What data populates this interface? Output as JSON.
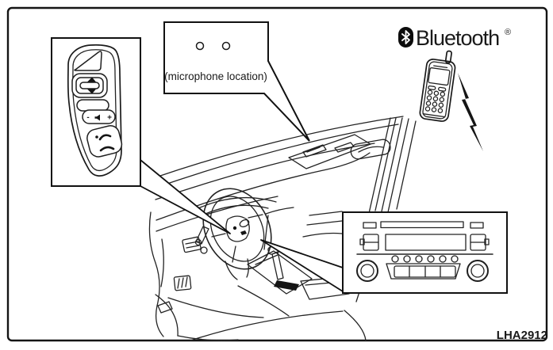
{
  "figure": {
    "code": "LHA2912",
    "background": "#ffffff",
    "ink": "#1a1a1a"
  },
  "branding": {
    "label": "Bluetooth",
    "registered_mark": "®",
    "icon": "bluetooth-rune-badge",
    "badge_color": "#111111"
  },
  "microphone_callout": {
    "label": "(microphone location)",
    "icon": "two-microphone-holes"
  },
  "steering_controls": {
    "buttons": [
      {
        "name": "mode-button",
        "icon": "triangle"
      },
      {
        "name": "seek-rocker",
        "icons": [
          "triangle-up",
          "triangle-down"
        ]
      },
      {
        "name": "blank-button"
      },
      {
        "name": "volume-button",
        "minus": "-",
        "icon": "speaker",
        "plus": "+"
      },
      {
        "name": "phone-button",
        "icons": [
          "voice-handset",
          "handset"
        ]
      }
    ]
  },
  "phone": {
    "icon": "candybar-cell-phone",
    "signal_icon": "lightning-bolt"
  },
  "audio_unit": {
    "features": [
      "cd-slot",
      "display",
      "station-buttons",
      "preset-keys",
      "left-knob",
      "right-knob"
    ]
  }
}
